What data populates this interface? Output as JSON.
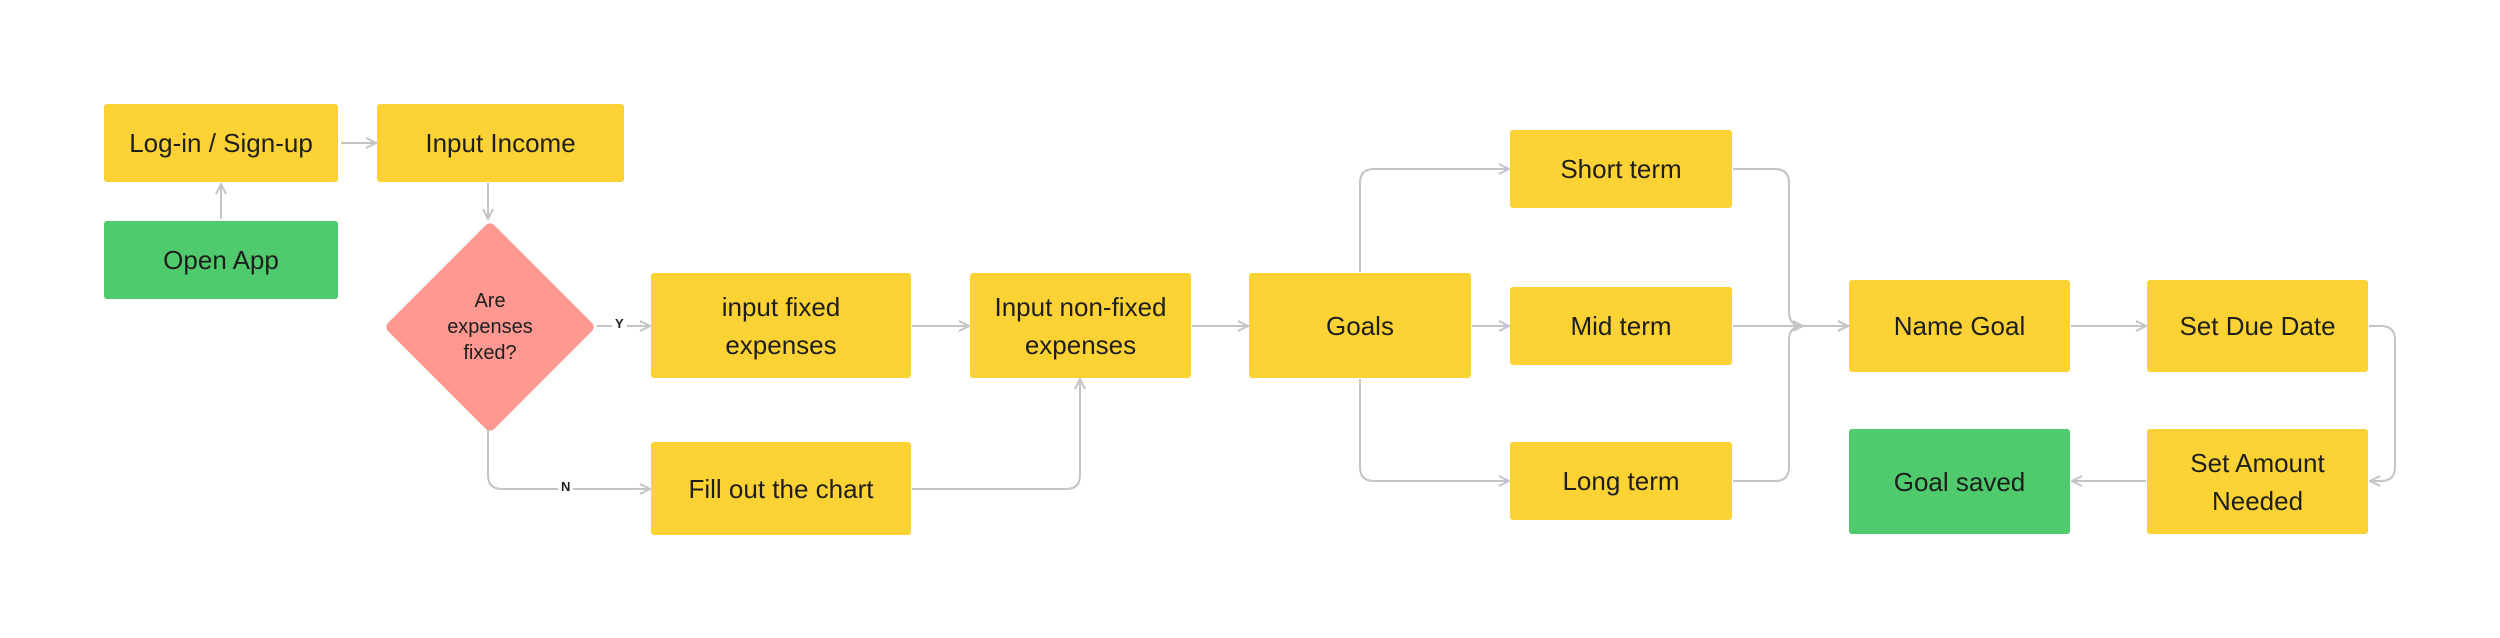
{
  "diagram": {
    "nodes": {
      "login": "Log-in / Sign-up",
      "open_app": "Open App",
      "input_income": "Input Income",
      "decision": "Are expenses fixed?",
      "input_fixed": "input fixed expenses",
      "fill_chart": "Fill out the chart",
      "input_nonfixed": "Input non-fixed expenses",
      "goals": "Goals",
      "short_term": "Short term",
      "mid_term": "Mid term",
      "long_term": "Long term",
      "name_goal": "Name Goal",
      "set_due_date": "Set Due Date",
      "set_amount": "Set Amount Needed",
      "goal_saved": "Goal saved"
    },
    "edge_labels": {
      "yes": "Y",
      "no": "N"
    },
    "colors": {
      "process": "#fdd235",
      "terminal": "#4fcb6d",
      "decision": "#fe9890",
      "connector": "#c4c4c4"
    }
  }
}
